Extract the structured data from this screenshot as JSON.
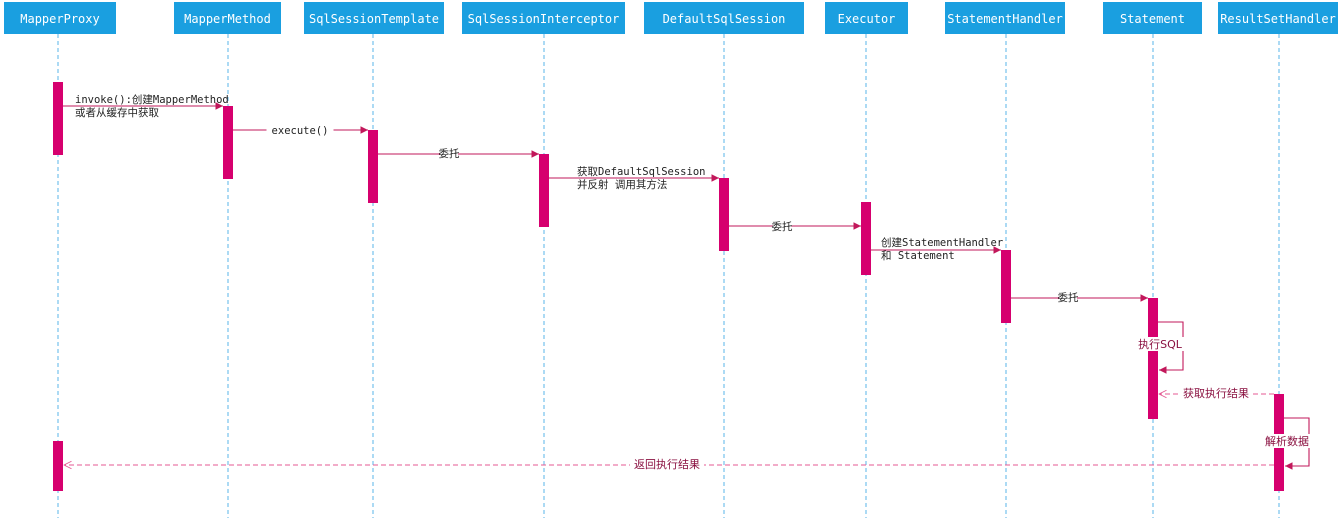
{
  "colors": {
    "header": "#1a9fe0",
    "activation": "#d6006e",
    "arrow": "#c2185b",
    "lifeline": "#5ab4e8",
    "return": "#e45a93"
  },
  "lifelines": [
    {
      "name": "MapperProxy"
    },
    {
      "name": "MapperMethod"
    },
    {
      "name": "SqlSessionTemplate"
    },
    {
      "name": "SqlSessionInterceptor"
    },
    {
      "name": "DefaultSqlSession"
    },
    {
      "name": "Executor"
    },
    {
      "name": "StatementHandler"
    },
    {
      "name": "Statement"
    },
    {
      "name": "ResultSetHandler"
    }
  ],
  "messages": [
    {
      "lines": [
        "invoke():创建MapperMethod",
        "或者从缓存中获取"
      ]
    },
    {
      "lines": [
        "execute()"
      ]
    },
    {
      "lines": [
        "委托"
      ]
    },
    {
      "lines": [
        "获取DefaultSqlSession",
        "并反射 调用其方法"
      ]
    },
    {
      "lines": [
        "委托"
      ]
    },
    {
      "lines": [
        "创建StatementHandler",
        " 和 Statement"
      ]
    },
    {
      "lines": [
        "委托"
      ]
    },
    {
      "lines": [
        "执行SQL"
      ]
    },
    {
      "lines": [
        "获取执行结果"
      ]
    },
    {
      "lines": [
        "解析数据"
      ]
    },
    {
      "lines": [
        "返回执行结果"
      ]
    }
  ]
}
